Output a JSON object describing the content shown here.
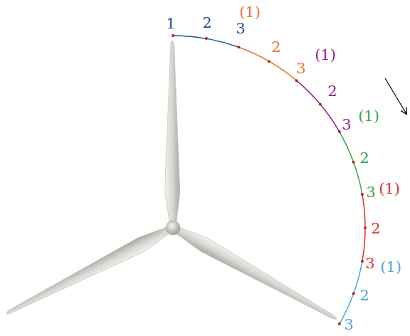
{
  "diagram": {
    "labels": [
      "1",
      "2",
      "3",
      "(1)",
      "2",
      "3",
      "(1)",
      "2",
      "3",
      "(1)",
      "2",
      "3",
      "(1)",
      "2",
      "3",
      "(1)",
      "2",
      "3"
    ]
  }
}
